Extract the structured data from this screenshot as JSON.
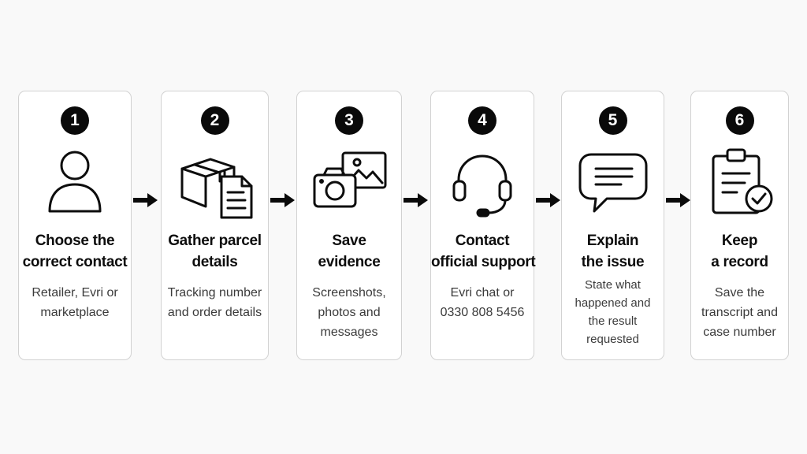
{
  "steps": [
    {
      "number": "1",
      "icon": "person-icon",
      "title": [
        "Choose the",
        "correct contact"
      ],
      "description": [
        "Retailer, Evri or",
        "marketplace"
      ]
    },
    {
      "number": "2",
      "icon": "parcel-document-icon",
      "title": [
        "Gather parcel",
        "details"
      ],
      "description": [
        "Tracking number",
        "and order details"
      ]
    },
    {
      "number": "3",
      "icon": "camera-photo-icon",
      "title": [
        "Save",
        "evidence"
      ],
      "description": [
        "Screenshots,",
        "photos and",
        "messages"
      ]
    },
    {
      "number": "4",
      "icon": "headset-icon",
      "title": [
        "Contact",
        "official support"
      ],
      "description": [
        "Evri chat or",
        "0330 808 5456"
      ]
    },
    {
      "number": "5",
      "icon": "chat-bubble-icon",
      "title": [
        "Explain",
        "the issue"
      ],
      "description": [
        "State what",
        "happened and",
        "the result",
        "requested"
      ]
    },
    {
      "number": "6",
      "icon": "clipboard-check-icon",
      "title": [
        "Keep",
        "a record"
      ],
      "description": [
        "Save the",
        "transcript and",
        "case number"
      ]
    }
  ]
}
